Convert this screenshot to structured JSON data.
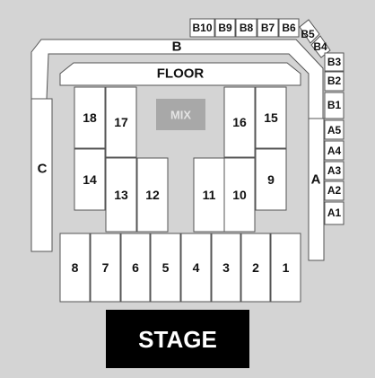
{
  "floor_label": "FLOOR",
  "mix_label": "MIX",
  "stage_label": "STAGE",
  "b_row": [
    "B10",
    "B9",
    "B8",
    "B7",
    "B6"
  ],
  "b_diag": [
    "B5",
    "B4",
    "B3",
    "B2",
    "B1"
  ],
  "a_col": [
    "A5",
    "A4",
    "A3",
    "A2",
    "A1"
  ],
  "label_b": "B",
  "label_a": "A",
  "label_c": "C",
  "floor_sections": [
    "18",
    "17",
    "16",
    "15",
    "14",
    "13",
    "12",
    "11",
    "10",
    "9"
  ],
  "front_row": [
    "8",
    "7",
    "6",
    "5",
    "4",
    "3",
    "2",
    "1"
  ],
  "colors": {
    "background": "#d4d4d4",
    "section": "#ffffff",
    "stage": "#000000",
    "mix": "#a8a8a8"
  }
}
